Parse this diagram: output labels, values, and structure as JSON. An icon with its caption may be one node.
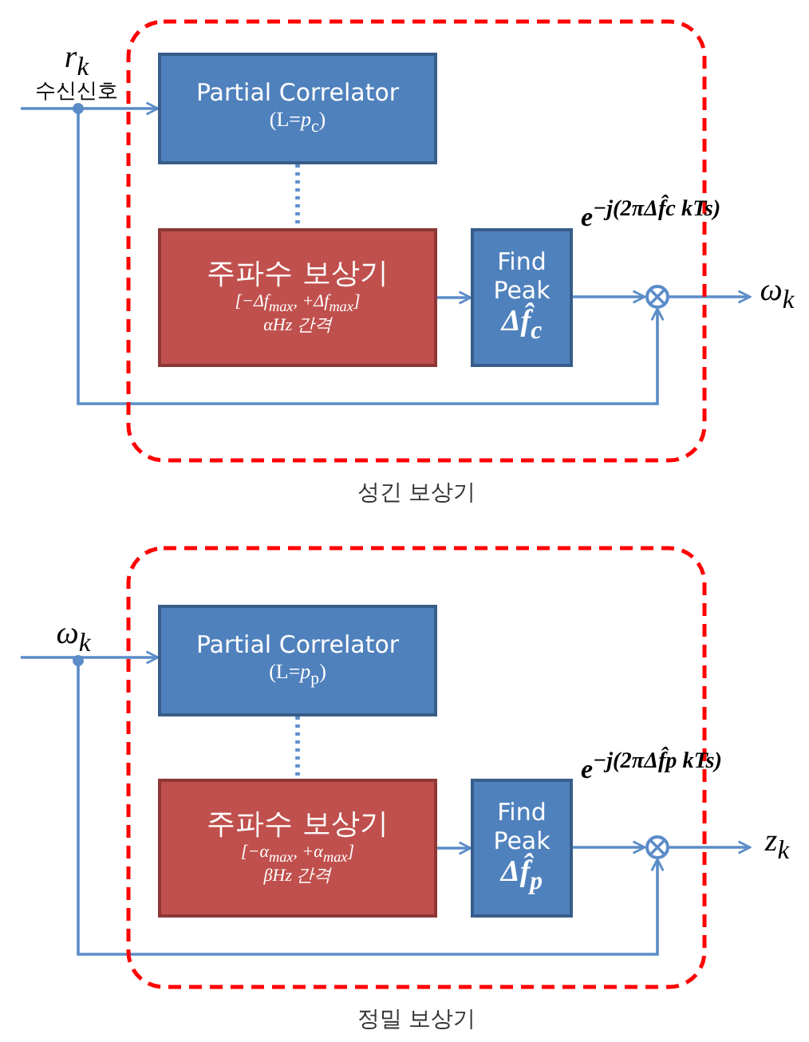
{
  "diagram": {
    "nodes": [
      {
        "text": [
          "*r*$_{k}$",
          "수신신호"
        ]
      },
      {
        "text": [
          "성긴 보상기"
        ]
      },
      {
        "text": [
          "Partial Correlator",
          "(L=*p*$_{c}$)"
        ],
        "in": 1
      },
      {
        "text": [
          "주파수 보상기",
          "[−Δf$_{max}$, +Δf$_{max}$]",
          "αHz 간격"
        ],
        "in": 1
      },
      {
        "text": [
          "Find Peak",
          "Δf̂$_{c}$"
        ],
        "in": 1
      },
      {
        "text": [],
        "shape": "circle",
        "in": 1
      },
      {
        "text": [
          "ω$_{k}$"
        ]
      },
      {
        "text": [
          "ω$_{k}$"
        ]
      },
      {
        "text": [
          "정밀 보상기"
        ]
      },
      {
        "text": [
          "Partial Correlator",
          "(L=*p*$_{p}$)"
        ],
        "in": 8
      },
      {
        "text": [
          "주파수 보상기",
          "[−α$_{max}$, +α$_{max}$]",
          "βHz 간격"
        ],
        "in": 8
      },
      {
        "text": [
          "Find Peak",
          "Δf̂$_{p}$"
        ],
        "in": 8
      },
      {
        "text": [],
        "shape": "circle",
        "in": 8
      },
      {
        "text": [
          "z$_{k}$"
        ]
      }
    ],
    "edges": [
      {
        "from": 0,
        "to": 2,
        "arrow": "to"
      },
      {
        "from": 2,
        "to": 3,
        "arrow": "none",
        "style": "dashed"
      },
      {
        "from": 3,
        "to": 4,
        "arrow": "to"
      },
      {
        "from": 4,
        "to": 5,
        "arrow": "to"
      },
      {
        "from": 5,
        "to": 6,
        "arrow": "to"
      },
      {
        "from": 0,
        "to": 5,
        "arrow": "to"
      },
      {
        "from": 7,
        "to": 9,
        "arrow": "to"
      },
      {
        "from": 9,
        "to": 10,
        "arrow": "none",
        "style": "dashed"
      },
      {
        "from": 10,
        "to": 11,
        "arrow": "to"
      },
      {
        "from": 11,
        "to": 12,
        "arrow": "to"
      },
      {
        "from": 12,
        "to": 13,
        "arrow": "to"
      },
      {
        "from": 7,
        "to": 12,
        "arrow": "to"
      }
    ],
    "labels": [
      "e$^{−j(2πΔf̂c kTs)}$",
      "e$^{−j(2πΔf̂p kTs)}$"
    ]
  }
}
